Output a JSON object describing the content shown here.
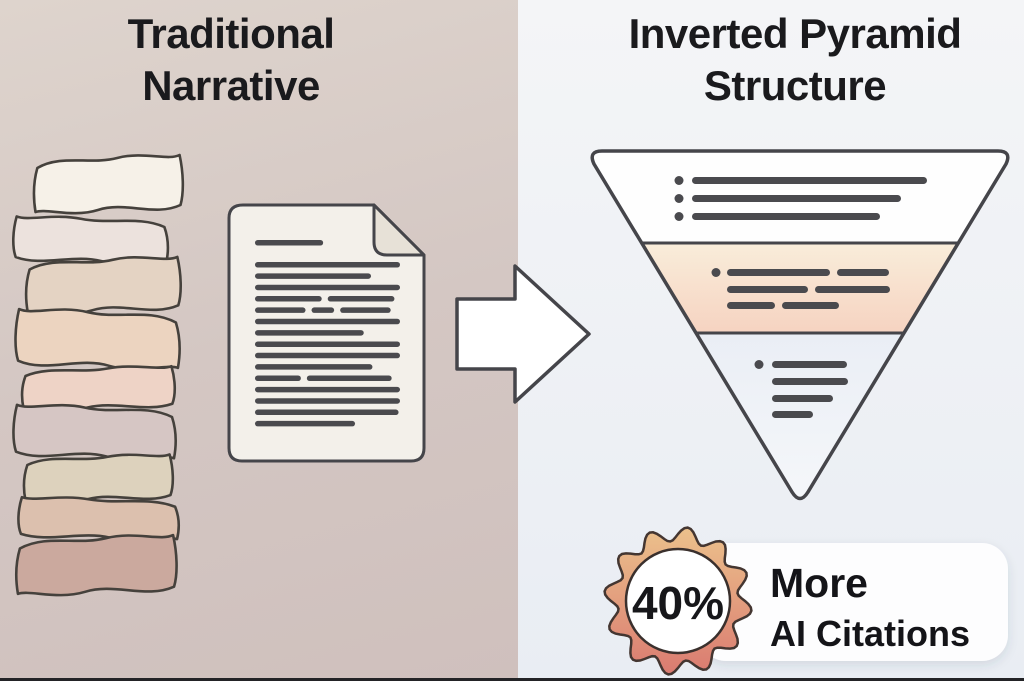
{
  "left_panel": {
    "title": {
      "line1": "Traditional",
      "line2": "Narrative"
    },
    "ribbon_colors": [
      "#f6f1e8",
      "#ece2dd",
      "#e4d3c3",
      "#ecd4c0",
      "#eed3c6",
      "#d6c6c4",
      "#ddd2bd",
      "#dcc0ae",
      "#cba99e"
    ],
    "document": {
      "rows": [
        {
          "segments": [
            47
          ],
          "headline": true
        },
        {
          "segments": [
            100
          ]
        },
        {
          "segments": [
            80
          ]
        },
        {
          "segments": [
            100
          ]
        },
        {
          "segments": [
            48,
            48
          ]
        },
        {
          "segments": [
            38,
            17,
            38
          ]
        },
        {
          "segments": [
            100
          ]
        },
        {
          "segments": [
            75
          ]
        },
        {
          "segments": [
            100
          ]
        },
        {
          "segments": [
            100
          ]
        },
        {
          "segments": [
            81
          ]
        },
        {
          "segments": [
            33,
            61
          ]
        },
        {
          "segments": [
            100
          ]
        },
        {
          "segments": [
            100
          ]
        },
        {
          "segments": [
            99
          ]
        },
        {
          "segments": [
            69
          ]
        }
      ]
    }
  },
  "right_panel": {
    "title": {
      "line1": "Inverted Pyramid",
      "line2": "Structure"
    },
    "pyramid": {
      "sections": [
        {
          "name": "headline-level",
          "fill_top": "#ffffff",
          "fill_bottom": "#fcfcfd",
          "rows": [
            {
              "bullet": true,
              "segments": [
                235
              ]
            },
            {
              "bullet": true,
              "segments": [
                209
              ]
            },
            {
              "bullet": true,
              "segments": [
                188
              ]
            }
          ]
        },
        {
          "name": "detail-level",
          "fill_top": "#f9edda",
          "fill_bottom": "#f6d3c1",
          "rows": [
            {
              "bullet": true,
              "segments": [
                103,
                52
              ]
            },
            {
              "bullet": false,
              "segments": [
                81,
                75
              ]
            },
            {
              "bullet": false,
              "segments": [
                48,
                57
              ]
            }
          ]
        },
        {
          "name": "background-level",
          "fill_top": "#eaeef5",
          "fill_bottom": "#f5f7fa",
          "rows": [
            {
              "bullet": true,
              "segments": [
                75
              ]
            },
            {
              "bullet": false,
              "segments": [
                76
              ]
            },
            {
              "bullet": false,
              "segments": [
                61
              ]
            },
            {
              "bullet": false,
              "segments": [
                41
              ]
            }
          ]
        }
      ]
    },
    "badge": {
      "value": "40%",
      "label_line1": "More",
      "label_line2": "AI Citations",
      "gradient_top": "#ecc28c",
      "gradient_bottom": "#da7a70"
    }
  },
  "colors": {
    "left_bg_top": "#ded4cd",
    "left_bg_mid": "#d4c7c3",
    "left_bg_bottom": "#cfc0bd",
    "right_bg_top": "#f4f5f7",
    "right_bg_bottom": "#e9edf3",
    "outline": "#45454a",
    "text_line": "#4a4a4e",
    "title_text": "#1a1a1d",
    "document_fill": "#f3f0ea",
    "document_fold_fill": "#e7e1d7",
    "arrow_fill": "#ffffff"
  }
}
